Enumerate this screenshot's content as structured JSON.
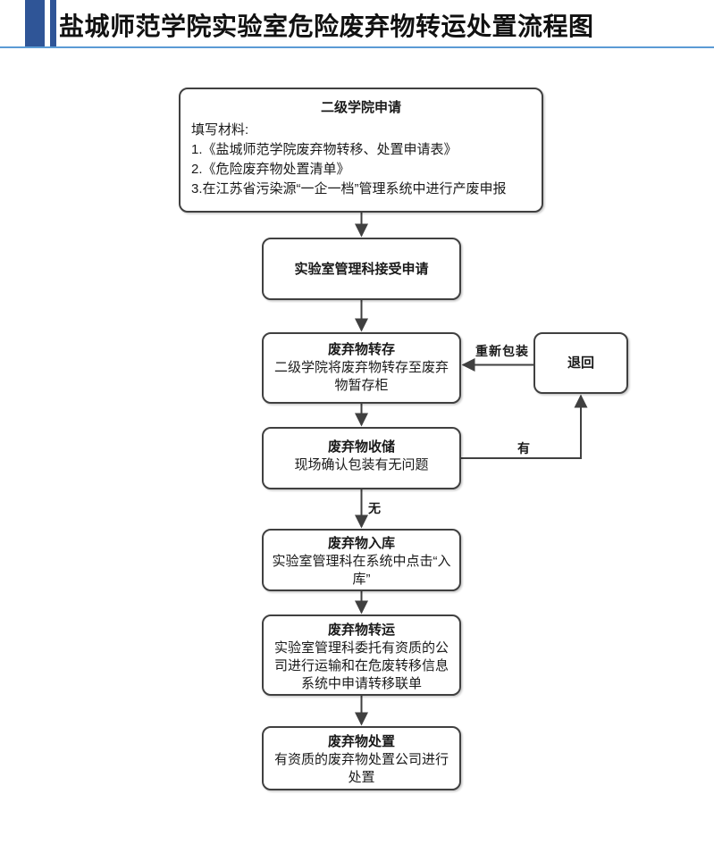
{
  "header": {
    "title": "盐城师范学院实验室危险废弃物转运处置流程图"
  },
  "flowchart": {
    "apply": {
      "title": "二级学院申请",
      "lines": [
        "填写材料:",
        "1.《盐城师范学院废弃物转移、处置申请表》",
        "2.《危险废弃物处置清单》",
        "3.在江苏省污染源“一企一档”管理系统中进行产废申报"
      ]
    },
    "accept": {
      "title": "实验室管理科接受申请"
    },
    "transfer_storage": {
      "title": "废弃物转存",
      "body": "二级学院将废弃物转存至废弃物暂存柜"
    },
    "collection": {
      "title": "废弃物收储",
      "body": "现场确认包装有无问题"
    },
    "warehousing": {
      "title": "废弃物入库",
      "body": "实验室管理科在系统中点击“入库”"
    },
    "transport": {
      "title": "废弃物转运",
      "body": "实验室管理科委托有资质的公司进行运输和在危废转移信息系统中申请转移联单"
    },
    "disposal": {
      "title": "废弃物处置",
      "body": "有资质的废弃物处置公司进行处置"
    },
    "return_step": {
      "title": "退回"
    },
    "labels": {
      "repack": "重新包装",
      "has_problem": "有",
      "no_problem": "无"
    }
  },
  "colors": {
    "accent_bar": "#2F5597",
    "header_rule": "#5B9BD5",
    "box_border": "#404040"
  }
}
